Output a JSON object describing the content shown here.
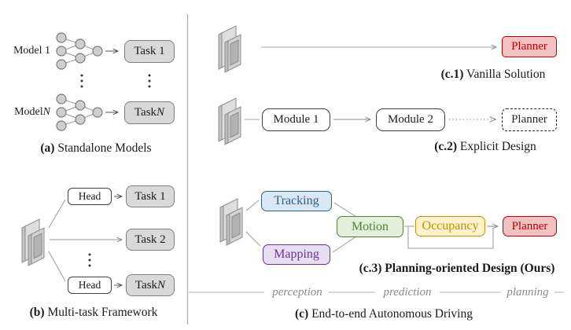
{
  "figure": {
    "panel_a": {
      "model_1_label": "Model 1",
      "model_n_prefix": "Model ",
      "model_n_var": "N",
      "task_1_label": "Task 1",
      "task_n_prefix": "Task ",
      "task_n_var": "N",
      "caption_tag": "(a)",
      "caption_text": " Standalone Models"
    },
    "panel_b": {
      "head_label": "Head",
      "task_1_label": "Task 1",
      "task_2_label": "Task 2",
      "task_n_prefix": "Task ",
      "task_n_var": "N",
      "caption_tag": "(b)",
      "caption_text": " Multi-task Framework"
    },
    "panel_c1": {
      "planner_label": "Planner",
      "caption_tag": "(c.1)",
      "caption_text": " Vanilla Solution"
    },
    "panel_c2": {
      "module_1_label": "Module 1",
      "module_2_label": "Module 2",
      "planner_label": "Planner",
      "caption_tag": "(c.2)",
      "caption_text": " Explicit Design"
    },
    "panel_c3": {
      "tracking_label": "Tracking",
      "mapping_label": "Mapping",
      "motion_label": "Motion",
      "occupancy_label": "Occupancy",
      "planner_label": "Planner",
      "caption_tag": "(c.3)",
      "caption_text": " Planning-oriented Design (Ours)"
    },
    "timeline": {
      "stage_1": "perception",
      "stage_2": "prediction",
      "stage_3": "planning"
    },
    "panel_c_caption_tag": "(c)",
    "panel_c_caption_text": " End-to-end Autonomous Driving",
    "colors": {
      "tracking_accent": "#2f5f87",
      "tracking_fill": "#dae7f4",
      "mapping_accent": "#7030a0",
      "mapping_fill": "#e8def2",
      "motion_accent": "#538135",
      "motion_fill": "#e2efda",
      "occupancy_accent": "#bf9000",
      "occupancy_fill": "#fff2cc",
      "planner_accent": "#c00000",
      "planner_fill": "#f2c2c2",
      "neutral_box_fill": "#d9d9d9",
      "line_gray": "#a0a0a0"
    }
  }
}
